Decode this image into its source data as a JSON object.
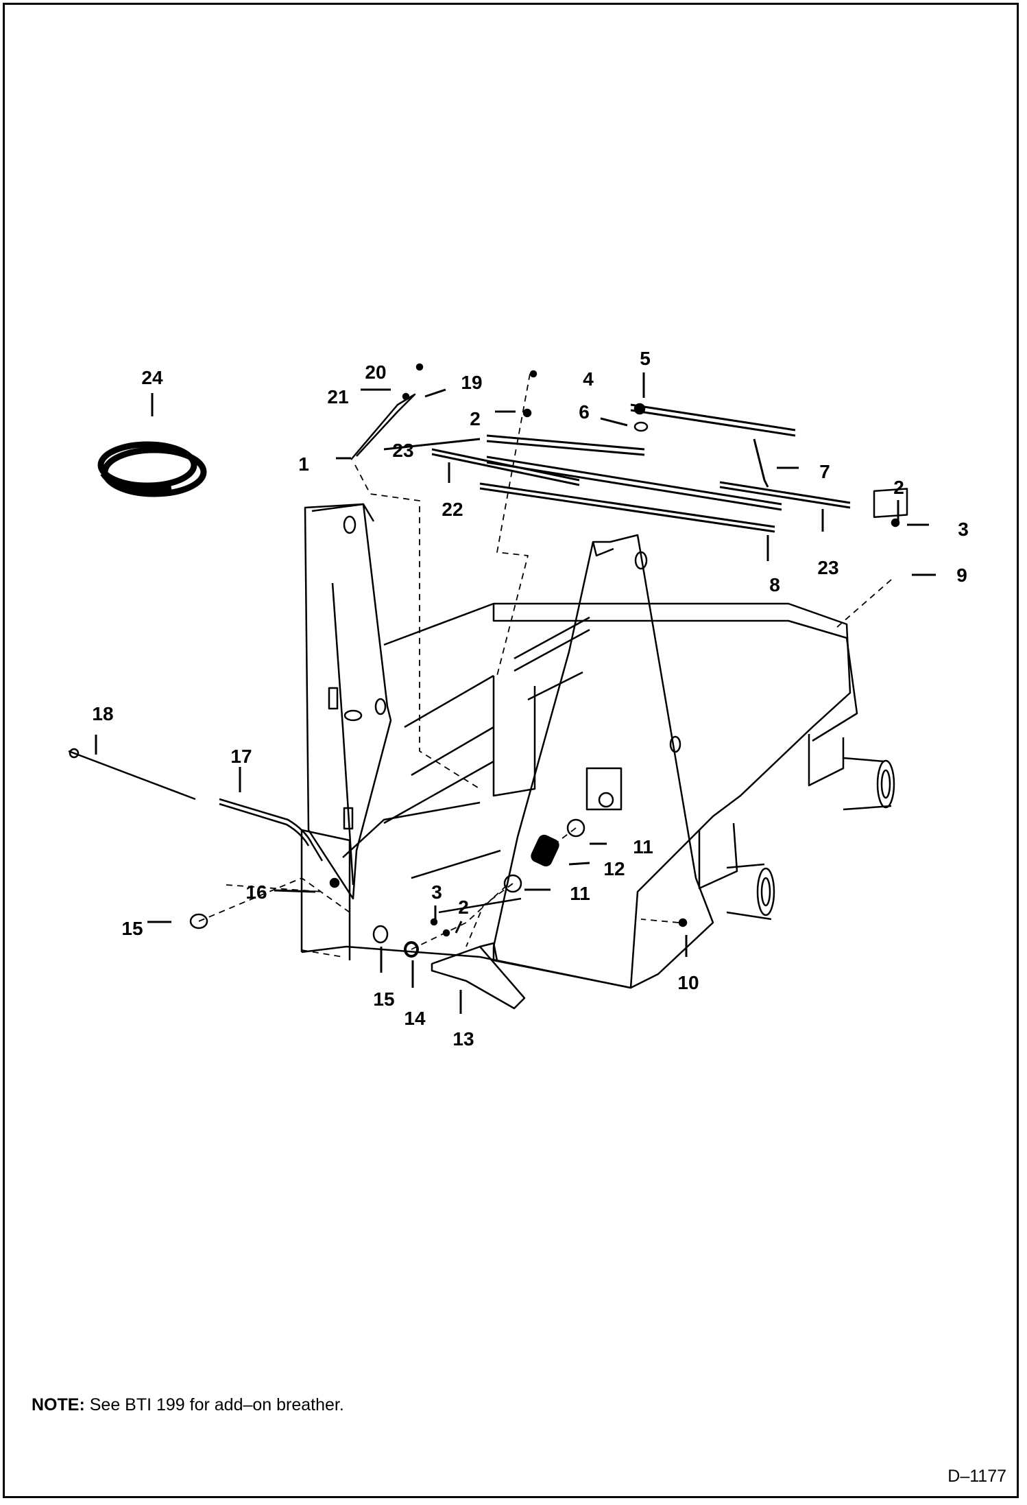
{
  "callouts": [
    {
      "id": "c24",
      "text": "24"
    },
    {
      "id": "c20",
      "text": "20"
    },
    {
      "id": "c21",
      "text": "21"
    },
    {
      "id": "c19",
      "text": "19"
    },
    {
      "id": "c4",
      "text": "4"
    },
    {
      "id": "c5",
      "text": "5"
    },
    {
      "id": "c2a",
      "text": "2"
    },
    {
      "id": "c6",
      "text": "6"
    },
    {
      "id": "c1",
      "text": "1"
    },
    {
      "id": "c23a",
      "text": "23"
    },
    {
      "id": "c7",
      "text": "7"
    },
    {
      "id": "c22",
      "text": "22"
    },
    {
      "id": "c2b",
      "text": "2"
    },
    {
      "id": "c3a",
      "text": "3"
    },
    {
      "id": "c23b",
      "text": "23"
    },
    {
      "id": "c8",
      "text": "8"
    },
    {
      "id": "c9",
      "text": "9"
    },
    {
      "id": "c18",
      "text": "18"
    },
    {
      "id": "c17",
      "text": "17"
    },
    {
      "id": "c11a",
      "text": "11"
    },
    {
      "id": "c12",
      "text": "12"
    },
    {
      "id": "c11b",
      "text": "11"
    },
    {
      "id": "c16",
      "text": "16"
    },
    {
      "id": "c3b",
      "text": "3"
    },
    {
      "id": "c2c",
      "text": "2"
    },
    {
      "id": "c15a",
      "text": "15"
    },
    {
      "id": "c10",
      "text": "10"
    },
    {
      "id": "c15b",
      "text": "15"
    },
    {
      "id": "c14",
      "text": "14"
    },
    {
      "id": "c13",
      "text": "13"
    }
  ],
  "footer": {
    "note_label": "NOTE:",
    "note_text": "See BTI 199 for add–on breather.",
    "drawing_code": "D–1177"
  }
}
